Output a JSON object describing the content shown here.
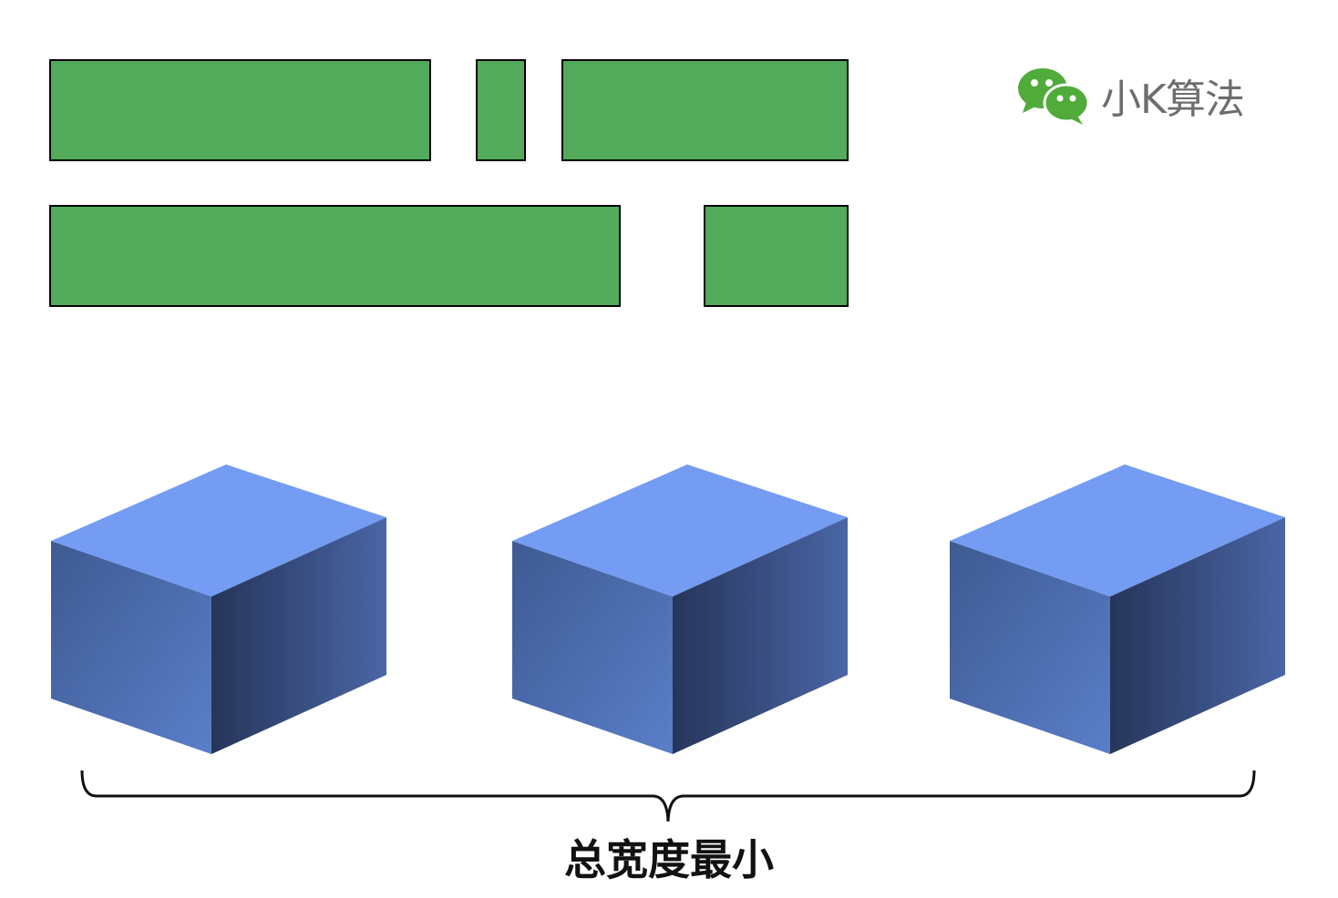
{
  "brand": {
    "icon": "wechat-icon",
    "name": "小K算法",
    "icon_color": "#51ab3a",
    "text_color": "#6e6e6e"
  },
  "books": {
    "color": "#51ab5b",
    "rows": [
      {
        "count": 3
      },
      {
        "count": 2
      }
    ]
  },
  "boxes": {
    "count": 3,
    "top_color": "#739cf2",
    "left_color": "#4a66a6",
    "right_color": "#2f4270"
  },
  "caption": "总宽度最小"
}
